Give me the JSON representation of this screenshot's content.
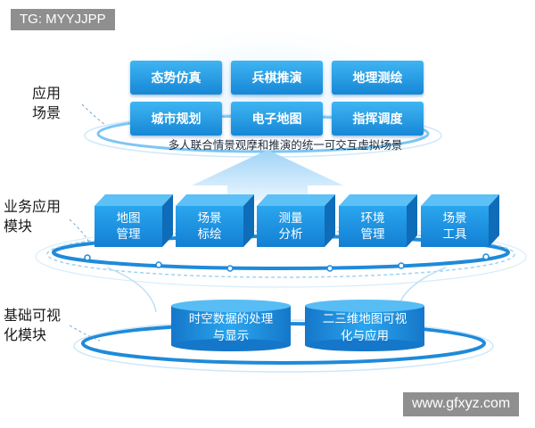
{
  "tag": "TG: MYYJJPP",
  "watermark": "www.gfxyz.com",
  "layers": {
    "application": {
      "label_lines": [
        "应用",
        "场景"
      ],
      "buttons": [
        "态势仿真",
        "兵棋推演",
        "地理测绘",
        "城市规划",
        "电子地图",
        "指挥调度"
      ],
      "caption": "多人联合情景观摩和推演的统一可交互虚拟场景"
    },
    "business": {
      "label_lines": [
        "业务应用",
        "模块"
      ],
      "modules": [
        {
          "lines": [
            "地图",
            "管理"
          ]
        },
        {
          "lines": [
            "场景",
            "标绘"
          ]
        },
        {
          "lines": [
            "测量",
            "分析"
          ]
        },
        {
          "lines": [
            "环境",
            "管理"
          ]
        },
        {
          "lines": [
            "场景",
            "工具"
          ]
        }
      ]
    },
    "base": {
      "label_lines": [
        "基础可视",
        "化模块"
      ],
      "cylinders": [
        {
          "lines": [
            "时空数据的处理",
            "与显示"
          ]
        },
        {
          "lines": [
            "二三维地图可视",
            "化与应用"
          ]
        }
      ]
    }
  },
  "colors": {
    "primary_blue": "#1a8fde",
    "light_blue": "#bfe3fb",
    "ring_blue": "#5cb8f0"
  }
}
